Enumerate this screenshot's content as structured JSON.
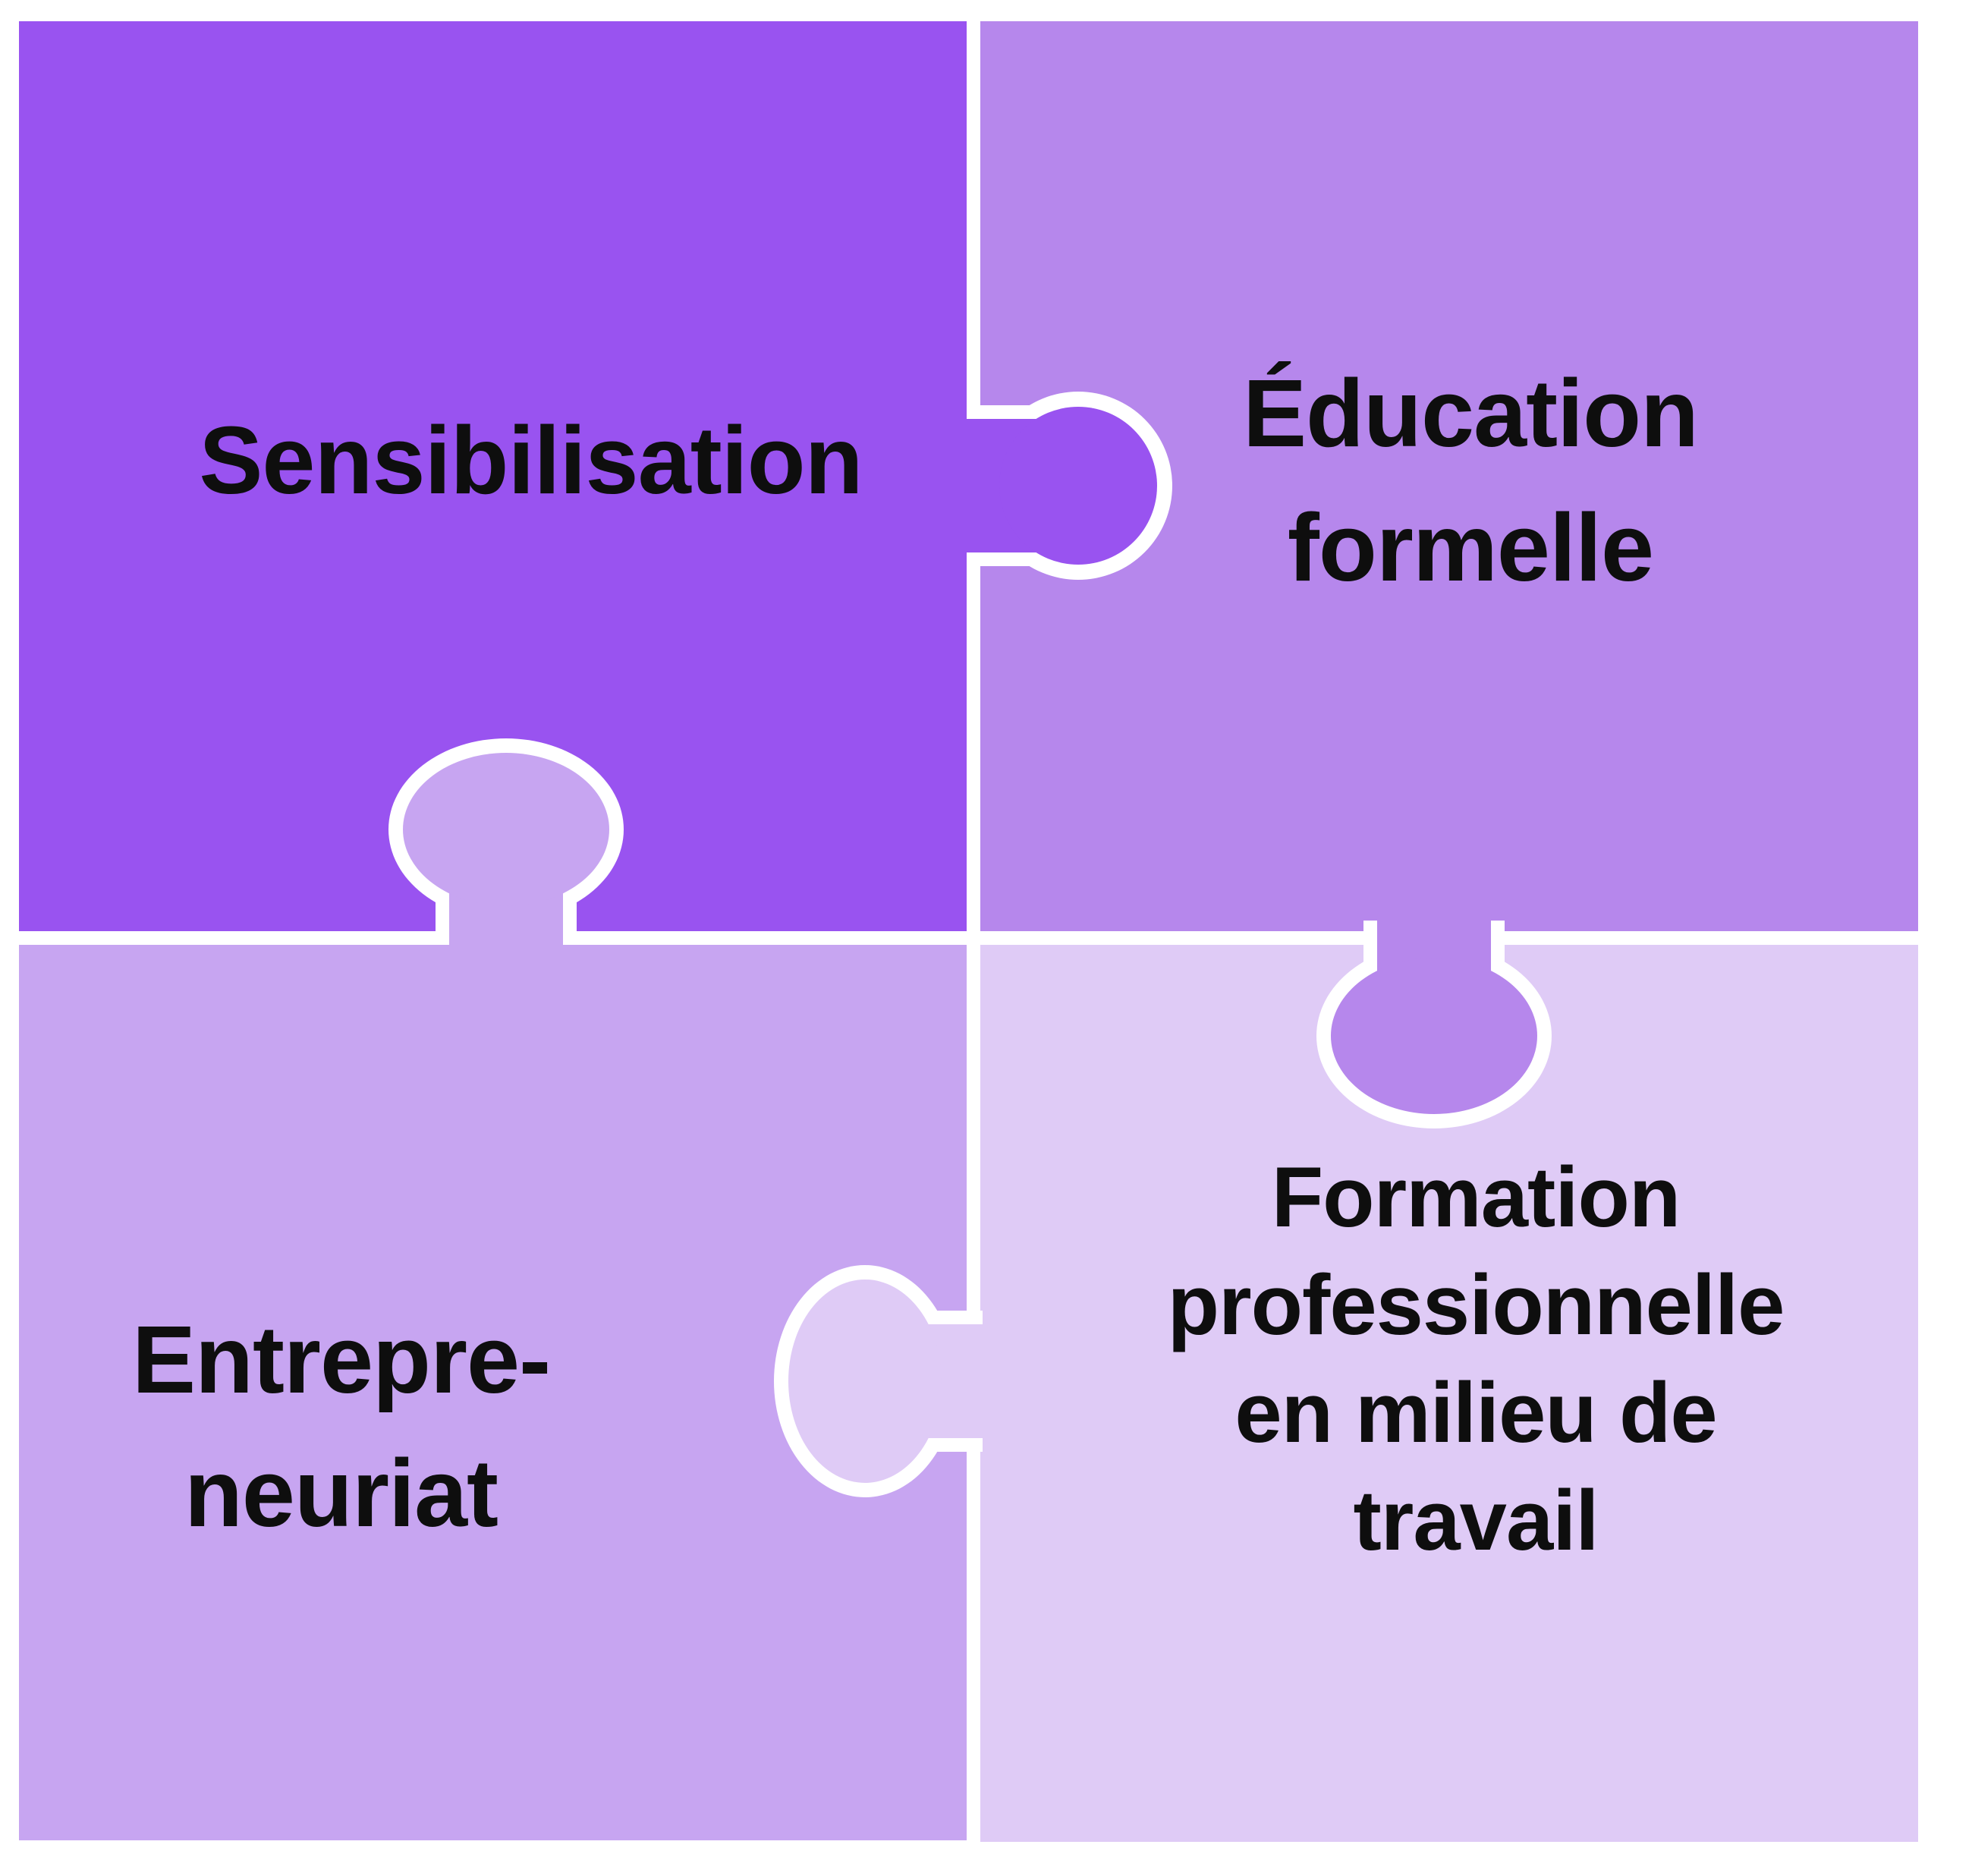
{
  "diagram": {
    "type": "jigsaw-puzzle-2x2",
    "background_color": "#ffffff",
    "seam_color": "#ffffff",
    "text_color": "#0e0e0e",
    "pieces": [
      {
        "id": "top-left",
        "label": "Sensibilisation",
        "color": "#9953f0"
      },
      {
        "id": "top-right",
        "label": "Éducation\nformelle",
        "color": "#b687ec"
      },
      {
        "id": "bottom-left",
        "label": "Entrepre-\nneuriat",
        "color": "#c7a5f1"
      },
      {
        "id": "bottom-right",
        "label": "Formation\nprofessionnelle\nen milieu de\ntravail",
        "color": "#dfcbf6"
      }
    ]
  }
}
